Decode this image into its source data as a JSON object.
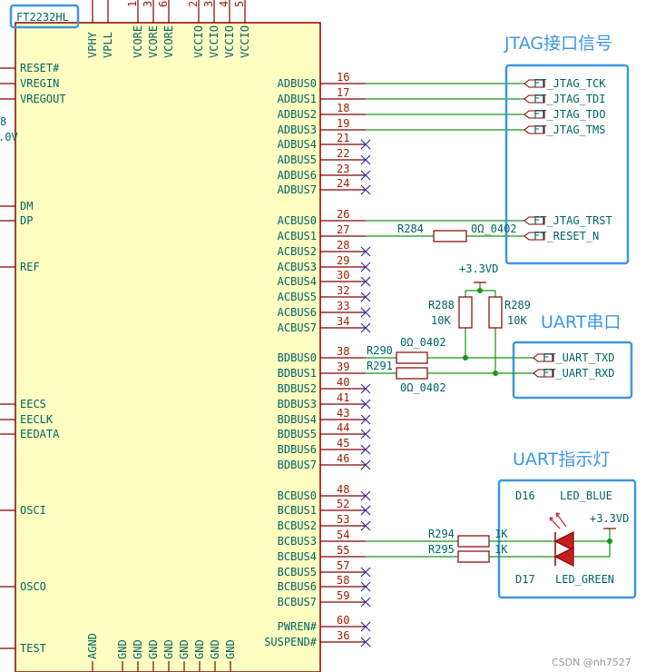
{
  "chip": {
    "ref": "FT2232HL",
    "left_pins": [
      "RESET#",
      "VREGIN",
      "VREGOUT",
      "DM",
      "DP",
      "REF",
      "EECS",
      "EECLK",
      "EEDATA",
      "OSCI",
      "OSCO",
      "TEST"
    ],
    "left_cut_labels": [
      "8",
      ".0V"
    ],
    "top_pins": [
      {
        "name": "VPHY"
      },
      {
        "name": "VPLL"
      },
      {
        "name": "VCORE",
        "num": "1"
      },
      {
        "name": "VCORE",
        "num": "3"
      },
      {
        "name": "VCORE",
        "num": "6"
      },
      {
        "name": "VCCIO",
        "num": "2"
      },
      {
        "name": "VCCIO",
        "num": "3"
      },
      {
        "name": "VCCIO",
        "num": "4"
      },
      {
        "name": "VCCIO",
        "num": "5"
      }
    ],
    "bottom_pins": [
      "AGND",
      "GND",
      "GND",
      "GND",
      "GND",
      "GND",
      "GND",
      "GND",
      "GND"
    ],
    "right_pins": [
      {
        "name": "ADBUS0",
        "num": "16",
        "conn": "JTAG_TCK"
      },
      {
        "name": "ADBUS1",
        "num": "17",
        "conn": "JTAG_TDI"
      },
      {
        "name": "ADBUS2",
        "num": "18",
        "conn": "JTAG_TDO"
      },
      {
        "name": "ADBUS3",
        "num": "19",
        "conn": "JTAG_TMS"
      },
      {
        "name": "ADBUS4",
        "num": "21",
        "conn": "NC"
      },
      {
        "name": "ADBUS5",
        "num": "22",
        "conn": "NC"
      },
      {
        "name": "ADBUS6",
        "num": "23",
        "conn": "NC"
      },
      {
        "name": "ADBUS7",
        "num": "24",
        "conn": "NC"
      },
      {
        "name": "ACBUS0",
        "num": "26",
        "conn": "JTAG_TRST"
      },
      {
        "name": "ACBUS1",
        "num": "27",
        "conn": "RESET_N"
      },
      {
        "name": "ACBUS2",
        "num": "28",
        "conn": "NC"
      },
      {
        "name": "ACBUS3",
        "num": "29",
        "conn": "NC"
      },
      {
        "name": "ACBUS4",
        "num": "30",
        "conn": "NC"
      },
      {
        "name": "ACBUS5",
        "num": "32",
        "conn": "NC"
      },
      {
        "name": "ACBUS6",
        "num": "33",
        "conn": "NC"
      },
      {
        "name": "ACBUS7",
        "num": "34",
        "conn": "NC"
      },
      {
        "name": "BDBUS0",
        "num": "38",
        "conn": "UART_TXD"
      },
      {
        "name": "BDBUS1",
        "num": "39",
        "conn": "UART_RXD"
      },
      {
        "name": "BDBUS2",
        "num": "40",
        "conn": "NC"
      },
      {
        "name": "BDBUS3",
        "num": "41",
        "conn": "NC"
      },
      {
        "name": "BDBUS4",
        "num": "43",
        "conn": "NC"
      },
      {
        "name": "BDBUS5",
        "num": "44",
        "conn": "NC"
      },
      {
        "name": "BDBUS6",
        "num": "45",
        "conn": "NC"
      },
      {
        "name": "BDBUS7",
        "num": "46",
        "conn": "NC"
      },
      {
        "name": "BCBUS0",
        "num": "48",
        "conn": "NC"
      },
      {
        "name": "BCBUS1",
        "num": "52",
        "conn": "NC"
      },
      {
        "name": "BCBUS2",
        "num": "53",
        "conn": "NC"
      },
      {
        "name": "BCBUS3",
        "num": "54",
        "conn": "LED_BLUE"
      },
      {
        "name": "BCBUS4",
        "num": "55",
        "conn": "LED_GREEN"
      },
      {
        "name": "BCBUS5",
        "num": "57",
        "conn": "NC"
      },
      {
        "name": "BCBUS6",
        "num": "58",
        "conn": "NC"
      },
      {
        "name": "BCBUS7",
        "num": "59",
        "conn": "NC"
      },
      {
        "name": "PWREN#",
        "num": "60",
        "conn": "NC"
      },
      {
        "name": "SUSPEND#",
        "num": "36",
        "conn": "NC"
      }
    ]
  },
  "jtag_group": {
    "title": "JTAG接口信号",
    "ports": {
      "tck": "FT_JTAG_TCK",
      "tdi": "FT_JTAG_TDI",
      "tdo": "FT_JTAG_TDO",
      "tms": "FT_JTAG_TMS",
      "trst": "FT_JTAG_TRST",
      "reset": "FT_RESET_N"
    },
    "r284": {
      "ref": "R284",
      "value": "0Ω_0402"
    }
  },
  "uart_group": {
    "title": "UART串口",
    "power": "+3.3VD",
    "r288": {
      "ref": "R288",
      "value": "10K"
    },
    "r289": {
      "ref": "R289",
      "value": "10K"
    },
    "r290": {
      "ref": "R290",
      "value": "0Ω_0402"
    },
    "r291": {
      "ref": "R291",
      "value": "0Ω_0402"
    },
    "ports": {
      "txd": "FT_UART_TXD",
      "rxd": "FT_UART_RXD"
    }
  },
  "led_group": {
    "title": "UART指示灯",
    "d16": {
      "ref": "D16",
      "value": "LED_BLUE"
    },
    "d17": {
      "ref": "D17",
      "value": "LED_GREEN"
    },
    "power": "+3.3VD",
    "r294": {
      "ref": "R294",
      "value": "1K"
    },
    "r295": {
      "ref": "R295",
      "value": "1K"
    }
  },
  "watermark": "CSDN @nh7527",
  "colors": {
    "wire": "#149614",
    "pin": "#840000",
    "text": "#006464",
    "pin_number": "#a02000",
    "no_connect": "#2c2ca8",
    "group_box": "#3c96e6",
    "led": "#c81e1e"
  }
}
